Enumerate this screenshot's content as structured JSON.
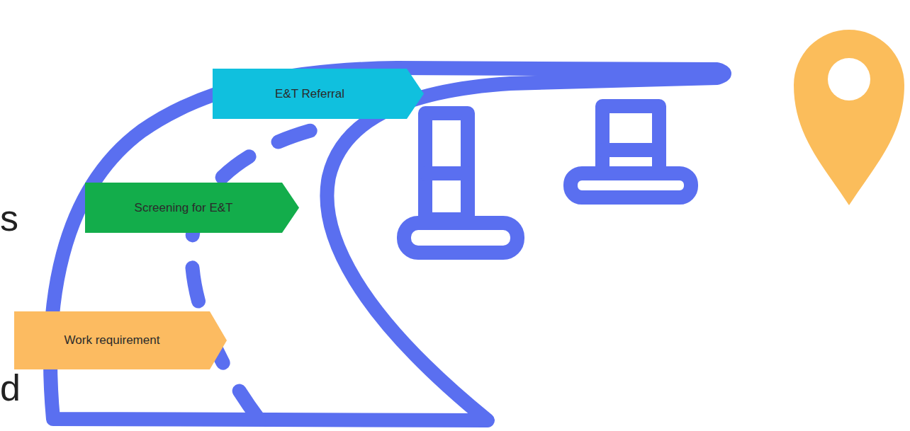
{
  "diagram": {
    "nodes": [
      {
        "text": [
          "E&T Referral"
        ]
      },
      {
        "text": [
          "Screening for E&T"
        ]
      },
      {
        "text": [
          "Work requirement"
        ]
      }
    ],
    "labels": [
      "s",
      "d"
    ]
  }
}
